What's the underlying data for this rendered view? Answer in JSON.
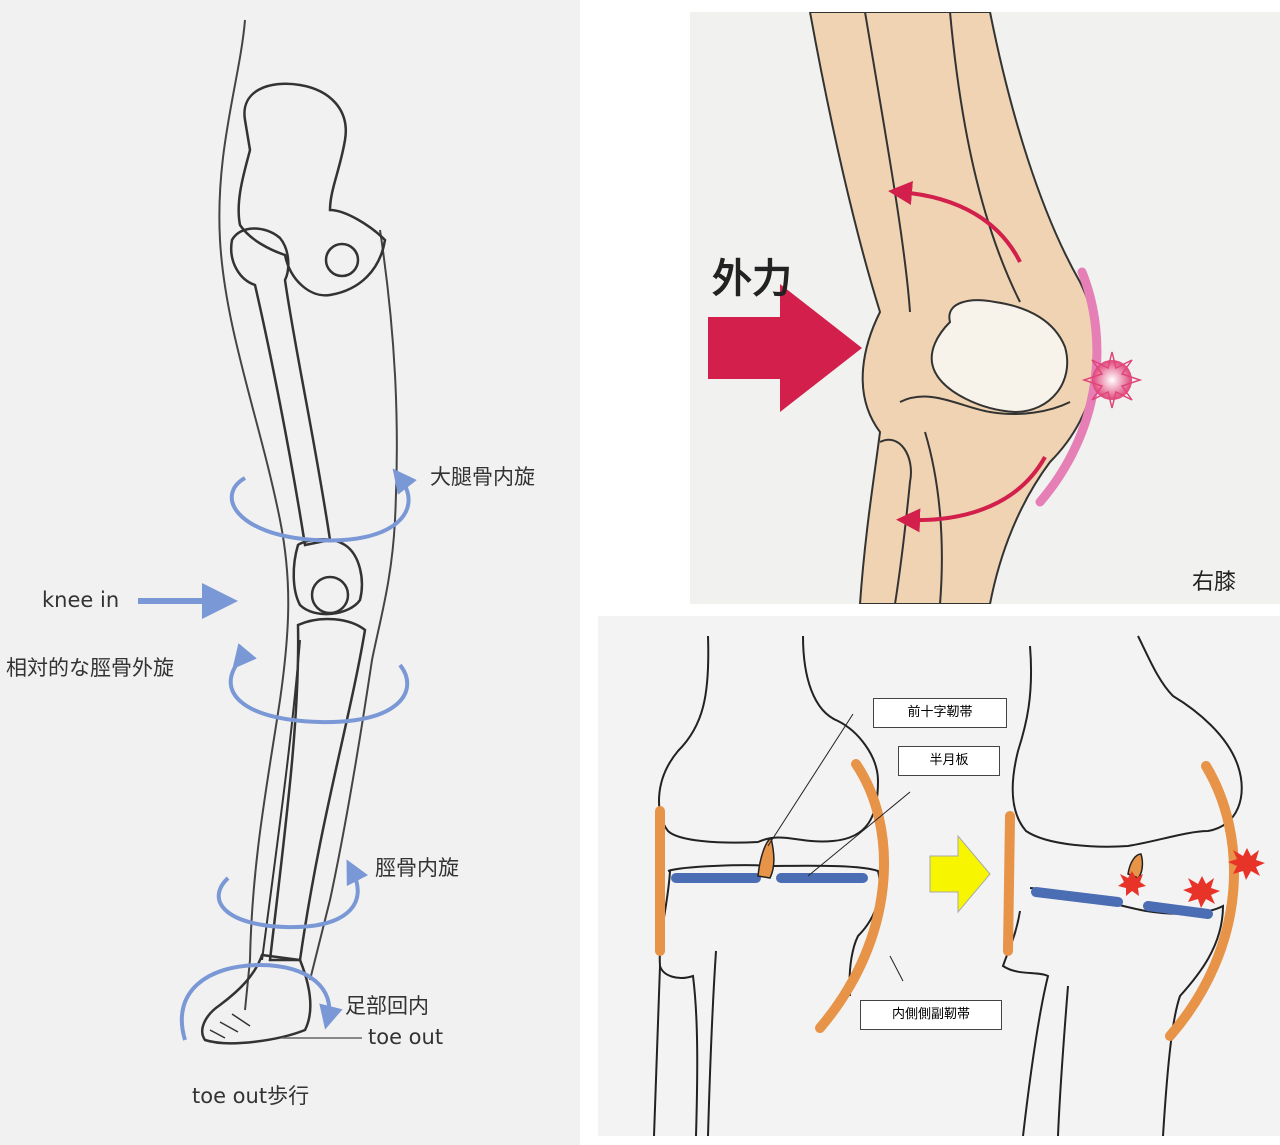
{
  "leg_panel": {
    "labels": {
      "femur_internal_rotation": "大腿骨内旋",
      "knee_in": "knee in",
      "relative_tibial_external_rotation": "相対的な脛骨外旋",
      "tibial_internal_rotation": "脛骨内旋",
      "foot_pronation": "足部回内",
      "toe_out": "toe out",
      "toe_out_gait": "toe out歩行"
    },
    "arrow_color": "#7b98d6"
  },
  "knee_panel": {
    "force_label": "外力",
    "side_label": "右膝",
    "force_color": "#d21f4b",
    "skin_color": "#efd3b2",
    "ligament_color": "#e57fb6"
  },
  "mechanism_panel": {
    "labels": {
      "acl": "前十字靭帯",
      "meniscus": "半月板",
      "mcl": "内側側副靭帯"
    },
    "ligament_color": "#e79348",
    "meniscus_color": "#4a6db3",
    "arrow_color": "#f8f500",
    "burst_color": "#e83428"
  }
}
